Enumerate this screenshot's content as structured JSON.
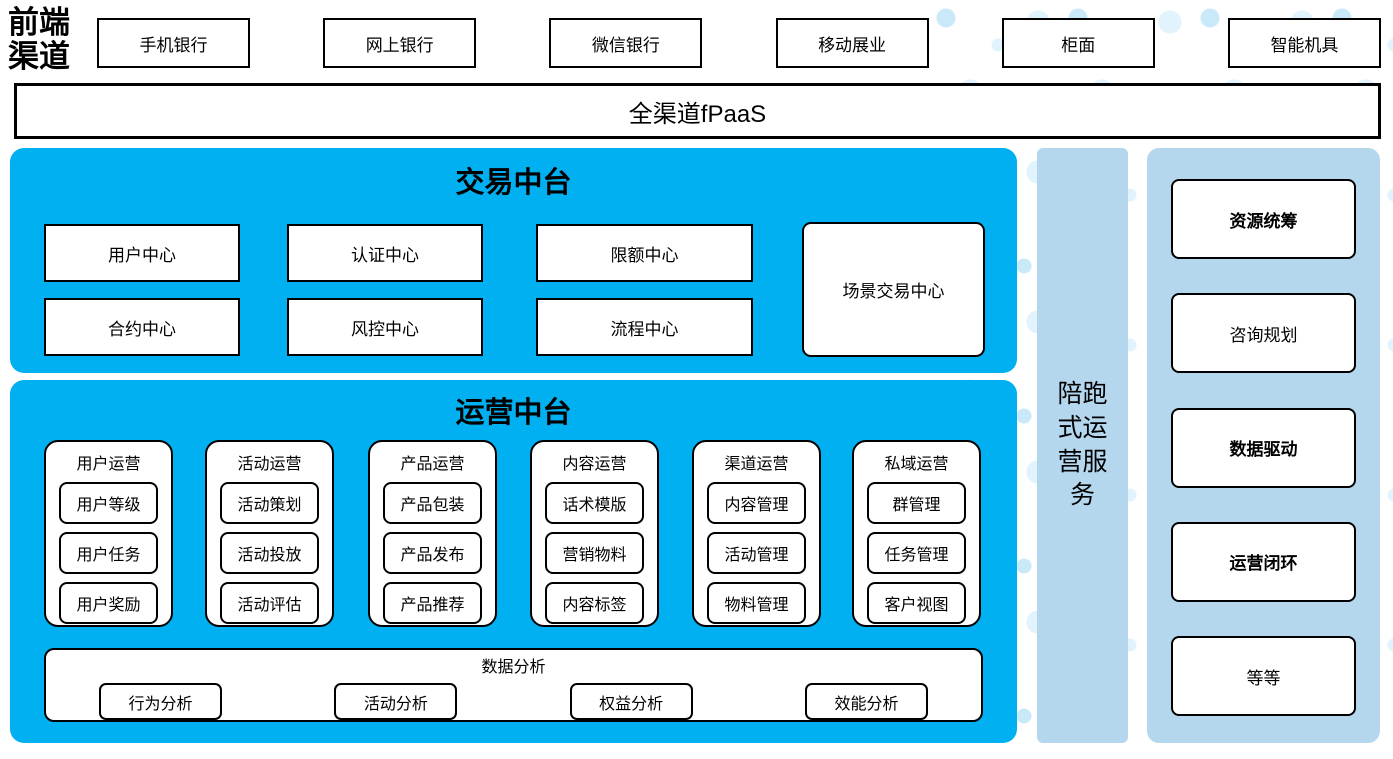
{
  "colors": {
    "platform_blue": "#00B0F0",
    "panel_light_blue": "#B5D7EE",
    "dot_light": "#E1F3FC",
    "dot_medium": "#C9E9F9",
    "box_border": "#000000",
    "box_fill": "#FFFFFF"
  },
  "front_channels": {
    "label": "前端渠道",
    "items": [
      "手机银行",
      "网上银行",
      "微信银行",
      "移动展业",
      "柜面",
      "智能机具"
    ]
  },
  "fpaas": {
    "label": "全渠道fPaaS"
  },
  "trade_platform": {
    "title": "交易中台",
    "row1": [
      "用户中心",
      "认证中心",
      "限额中心"
    ],
    "row2": [
      "合约中心",
      "风控中心",
      "流程中心"
    ],
    "tall_box": "场景交易中心"
  },
  "ops_platform": {
    "title": "运营中台",
    "columns": [
      {
        "title": "用户运营",
        "items": [
          "用户等级",
          "用户任务",
          "用户奖励"
        ]
      },
      {
        "title": "活动运营",
        "items": [
          "活动策划",
          "活动投放",
          "活动评估"
        ]
      },
      {
        "title": "产品运营",
        "items": [
          "产品包装",
          "产品发布",
          "产品推荐"
        ]
      },
      {
        "title": "内容运营",
        "items": [
          "话术模版",
          "营销物料",
          "内容标签"
        ]
      },
      {
        "title": "渠道运营",
        "items": [
          "内容管理",
          "活动管理",
          "物料管理"
        ]
      },
      {
        "title": "私域运营",
        "items": [
          "群管理",
          "任务管理",
          "客户视图"
        ]
      }
    ],
    "analysis": {
      "title": "数据分析",
      "items": [
        "行为分析",
        "活动分析",
        "权益分析",
        "效能分析"
      ]
    }
  },
  "side_service": {
    "label": "陪跑式运营服务"
  },
  "right_panel": {
    "items": [
      {
        "label": "资源统筹",
        "bold": true
      },
      {
        "label": "咨询规划",
        "bold": false
      },
      {
        "label": "数据驱动",
        "bold": true
      },
      {
        "label": "运营闭环",
        "bold": true
      },
      {
        "label": "等等",
        "bold": false
      }
    ]
  }
}
